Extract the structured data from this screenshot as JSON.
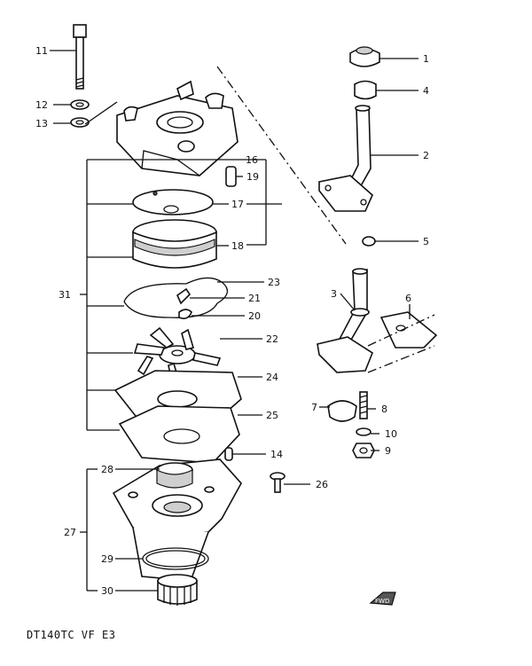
{
  "title": "DT140TC VF E3",
  "fwd_label": "FWD",
  "callouts": [
    {
      "id": "1",
      "label": "1"
    },
    {
      "id": "2",
      "label": "2"
    },
    {
      "id": "3",
      "label": "3"
    },
    {
      "id": "4",
      "label": "4"
    },
    {
      "id": "5",
      "label": "5"
    },
    {
      "id": "6",
      "label": "6"
    },
    {
      "id": "7",
      "label": "7"
    },
    {
      "id": "8",
      "label": "8"
    },
    {
      "id": "9",
      "label": "9"
    },
    {
      "id": "10",
      "label": "10"
    },
    {
      "id": "11",
      "label": "11"
    },
    {
      "id": "12",
      "label": "12"
    },
    {
      "id": "13",
      "label": "13"
    },
    {
      "id": "14",
      "label": "14"
    },
    {
      "id": "16",
      "label": "16"
    },
    {
      "id": "17",
      "label": "17"
    },
    {
      "id": "18",
      "label": "18"
    },
    {
      "id": "19",
      "label": "19"
    },
    {
      "id": "20",
      "label": "20"
    },
    {
      "id": "21",
      "label": "21"
    },
    {
      "id": "22",
      "label": "22"
    },
    {
      "id": "23",
      "label": "23"
    },
    {
      "id": "24",
      "label": "24"
    },
    {
      "id": "25",
      "label": "25"
    },
    {
      "id": "26",
      "label": "26"
    },
    {
      "id": "27",
      "label": "27"
    },
    {
      "id": "28",
      "label": "28"
    },
    {
      "id": "29",
      "label": "29"
    },
    {
      "id": "30",
      "label": "30"
    },
    {
      "id": "31",
      "label": "31"
    }
  ]
}
